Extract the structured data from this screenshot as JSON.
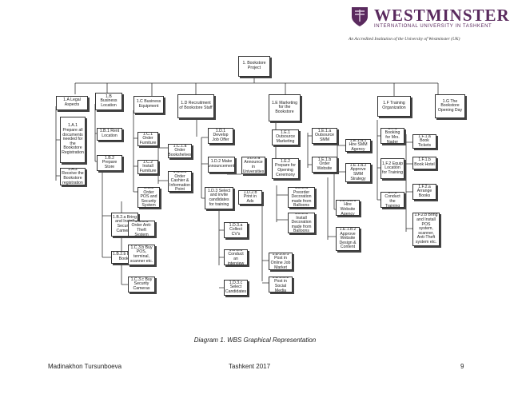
{
  "header": {
    "logo_brand": "WESTMINSTER",
    "logo_sub": "INTERNATIONAL UNIVERSITY IN TASHKENT",
    "accreditation": "An Accredited Institution of the University of Westminster (UK)"
  },
  "diagram": {
    "root": "1. Bookstore Project",
    "nodes": {
      "a": "1.A Legal Aspects",
      "a1": "1.A.1 Prepare all documents needed for the Bookstore Registration",
      "a2": "1.A.2 Receive the Bookstore registration",
      "b": "1.B Business Location",
      "b1": "1.B.1 Rent Location",
      "b2": "1.B.2 Prepare Store",
      "b2a": "1.B.2.a Bring and Install Security Cameras",
      "b2b": "1.B.2.b Bring Books",
      "c": "1.C Business Equipment",
      "c1": "1.C.1 Order Furniture",
      "c1a": "1.C.1.a Order Bookshelves",
      "c1b": "1.C.1.b Order Cashier & Information Point",
      "c2": "1.C.2 Install Furniture",
      "c3": "1.C.3 Order POS and Security System",
      "c3a": "1.C.3.a Order Anti-Theft System",
      "c3b": "1.C.3.b Buy POS, terminal, scanner etc.",
      "c3c": "1.C.3.c Buy Security Cameras",
      "d": "1.D Recruitment of Bookstore Staff",
      "d1": "1.D.1 Develop Job Offer",
      "d2": "1.D.2 Make Announcements",
      "d2a": "1.D.2.a Announce in Universities",
      "d2b": "1.D.2.b Print in Ads",
      "d2b1": "1.D.2.b.1 Post in Online Job Market",
      "d2b2": "1.D.2.b.2 Post in Social Media",
      "d3": "1.D.3 Select and invite candidates for training",
      "d3a": "1.D.3.a Collect CV's",
      "d3b": "1.D.3.b Conduct an interview",
      "d3c": "1.D.3.c Select Candidates",
      "e": "1.E Marketing for the Bookstore",
      "e1": "1.E.1 Outsource Marketing",
      "e1a": "1.E.1.a Outsource SMM",
      "e1a1": "1.E.1.a.1 Hire SMM Agency",
      "e1a2": "1.E.1.a.2 Approve SMM Strategy",
      "e1b": "1.E.1.b Order Website",
      "e1b1": "1.E.1.b.1 Hire Website Agency",
      "e1b2": "1.E.1.b.2 Approve Website Design & Content",
      "e2": "1.E.2 Prepare for Opening Ceremony",
      "e2a": "1.E.2.a Preorder Decoration made from Balloons",
      "e2b": "1.E.2.b Install Decoration made from Balloons",
      "f": "1.F Training Organization",
      "f1": "1.F.1 Booking for Mrs. Nader",
      "f1a": "1.F.1.a Book Tickets",
      "f1b": "1.F.1.b Book Hotel",
      "f2": "1.F.2 Equip Location for Training",
      "f2a": "1.F.2.a Arrange Books",
      "f2b": "1.F.2.b Bring and Install POS system, scanner, Anti-Theft system etc.",
      "f3": "1.F.3 Conduct the Training",
      "g": "1.G The Bookstore Opening Day"
    }
  },
  "caption": "Diagram 1. WBS Graphical Representation",
  "footer": {
    "author": "Madinakhon Tursunboeva",
    "location": "Tashkent 2017",
    "page_number": "9"
  }
}
